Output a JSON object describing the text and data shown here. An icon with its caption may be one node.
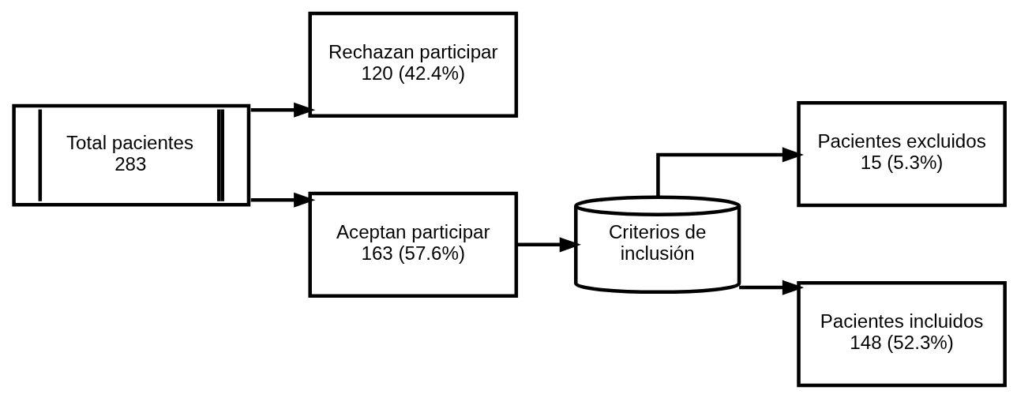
{
  "diagram": {
    "nodes": [
      {
        "text": [
          "Total pacientes",
          "283"
        ]
      },
      {
        "text": [
          "Rechazan participar",
          "120 (42.4%)"
        ]
      },
      {
        "text": [
          "Aceptan participar",
          "163 (57.6%)"
        ]
      },
      {
        "text": [
          "Criterios de inclusión"
        ]
      },
      {
        "text": [
          "Pacientes excluidos",
          "15 (5.3%)"
        ]
      },
      {
        "text": [
          "Pacientes incluidos",
          "148 (52.3%)"
        ]
      }
    ],
    "edges": [
      {
        "from": 0,
        "to": 1,
        "arrow": "to"
      },
      {
        "from": 0,
        "to": 2,
        "arrow": "to"
      },
      {
        "from": 2,
        "to": 3,
        "arrow": "to"
      },
      {
        "from": 3,
        "to": 4,
        "arrow": "to"
      },
      {
        "from": 3,
        "to": 5,
        "arrow": "to"
      }
    ]
  }
}
